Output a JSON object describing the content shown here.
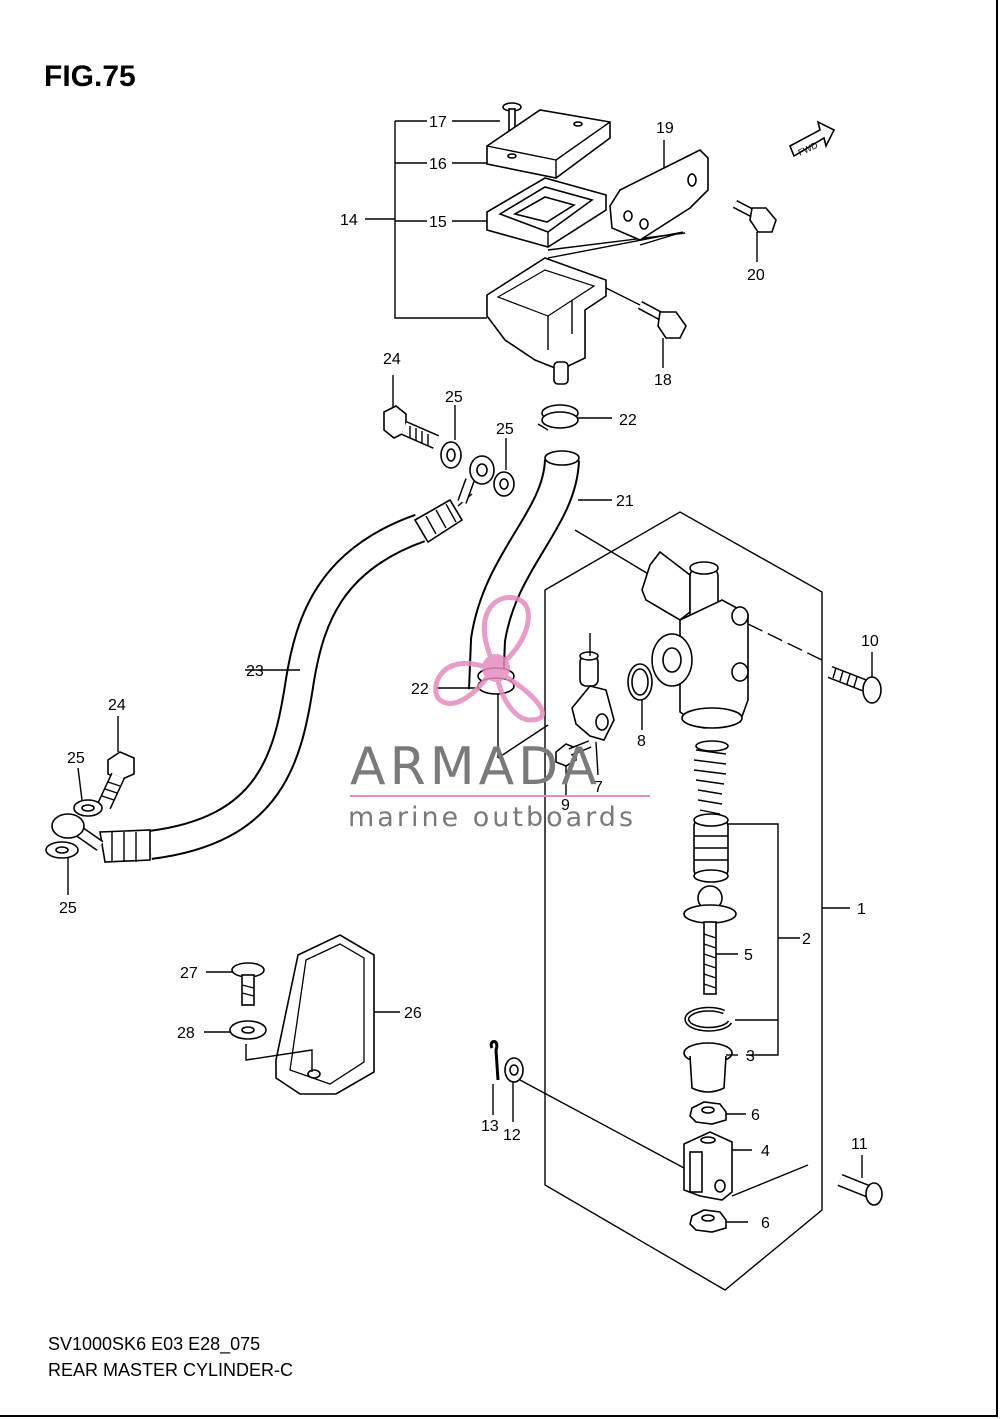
{
  "figure": {
    "title": "FIG.75",
    "code": "SV1000SK6 E03 E28_075",
    "name": "REAR MASTER CYLINDER-C",
    "fwd_label": "FWD"
  },
  "watermark": {
    "brand": "ARMADA",
    "tagline": "marine outboards",
    "brand_color": "#7a7a7a",
    "logo_color": "#e48bbf",
    "line_color": "#e48bbf"
  },
  "callouts": {
    "c1": "1",
    "c2": "2",
    "c3": "3",
    "c4": "4",
    "c5": "5",
    "c6a": "6",
    "c6b": "6",
    "c7": "7",
    "c8": "8",
    "c9": "9",
    "c10": "10",
    "c11": "11",
    "c12": "12",
    "c13": "13",
    "c14": "14",
    "c15": "15",
    "c16": "16",
    "c17": "17",
    "c18": "18",
    "c19": "19",
    "c20": "20",
    "c21": "21",
    "c22a": "22",
    "c22b": "22",
    "c23": "23",
    "c24a": "24",
    "c24b": "24",
    "c25a": "25",
    "c25b": "25",
    "c25c": "25",
    "c25d": "25",
    "c26": "26",
    "c27": "27",
    "c28": "28"
  }
}
